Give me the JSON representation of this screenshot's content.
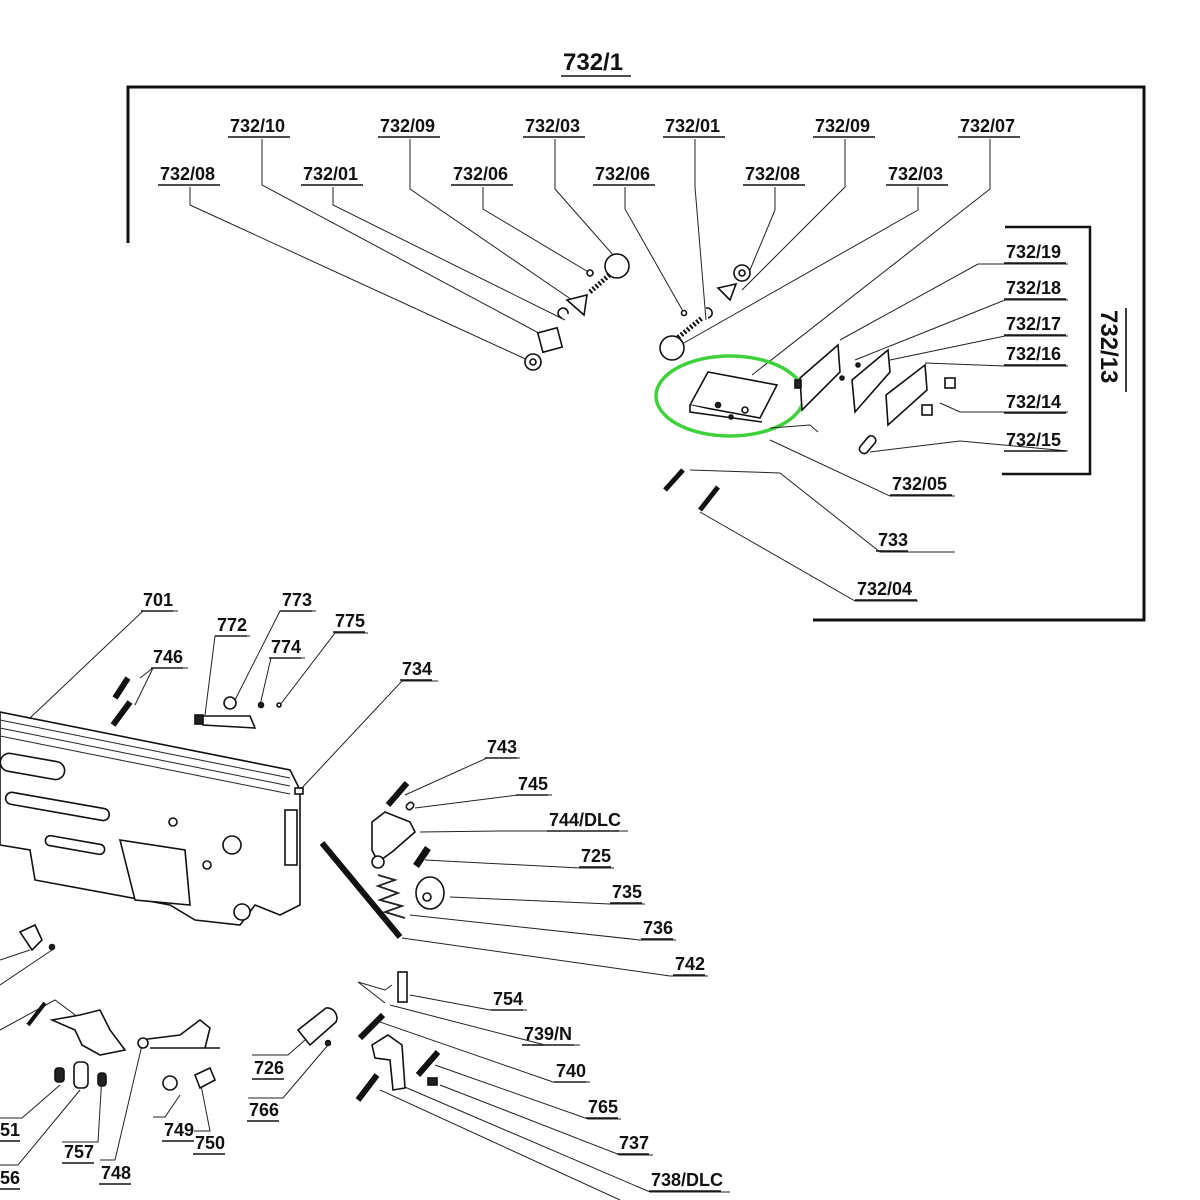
{
  "diagram": {
    "title": "Exploded parts diagram",
    "group_main": {
      "label": "732/1"
    },
    "group_sub": {
      "label": "732/13"
    },
    "highlight": {
      "color": "#3fd13a",
      "target": "732/07"
    },
    "callouts": [
      {
        "id": "c1",
        "text": "732/10"
      },
      {
        "id": "c2",
        "text": "732/09"
      },
      {
        "id": "c3",
        "text": "732/03"
      },
      {
        "id": "c4",
        "text": "732/01"
      },
      {
        "id": "c5",
        "text": "732/09"
      },
      {
        "id": "c6",
        "text": "732/07"
      },
      {
        "id": "c7",
        "text": "732/08"
      },
      {
        "id": "c8",
        "text": "732/01"
      },
      {
        "id": "c9",
        "text": "732/06"
      },
      {
        "id": "c10",
        "text": "732/06"
      },
      {
        "id": "c11",
        "text": "732/08"
      },
      {
        "id": "c12",
        "text": "732/03"
      },
      {
        "id": "c13",
        "text": "732/19"
      },
      {
        "id": "c14",
        "text": "732/18"
      },
      {
        "id": "c15",
        "text": "732/17"
      },
      {
        "id": "c16",
        "text": "732/16"
      },
      {
        "id": "c17",
        "text": "732/14"
      },
      {
        "id": "c18",
        "text": "732/15"
      },
      {
        "id": "c19",
        "text": "732/05"
      },
      {
        "id": "c20",
        "text": "733"
      },
      {
        "id": "c21",
        "text": "732/04"
      },
      {
        "id": "c22",
        "text": "701"
      },
      {
        "id": "c23",
        "text": "773"
      },
      {
        "id": "c24",
        "text": "772"
      },
      {
        "id": "c25",
        "text": "775"
      },
      {
        "id": "c26",
        "text": "774"
      },
      {
        "id": "c27",
        "text": "746"
      },
      {
        "id": "c28",
        "text": "734"
      },
      {
        "id": "c29",
        "text": "743"
      },
      {
        "id": "c30",
        "text": "745"
      },
      {
        "id": "c31",
        "text": "744/DLC"
      },
      {
        "id": "c32",
        "text": "725"
      },
      {
        "id": "c33",
        "text": "735"
      },
      {
        "id": "c34",
        "text": "736"
      },
      {
        "id": "c35",
        "text": "742"
      },
      {
        "id": "c36",
        "text": "754"
      },
      {
        "id": "c37",
        "text": "739/N"
      },
      {
        "id": "c38",
        "text": "740"
      },
      {
        "id": "c39",
        "text": "765"
      },
      {
        "id": "c40",
        "text": "737"
      },
      {
        "id": "c41",
        "text": "738/DLC"
      },
      {
        "id": "c42",
        "text": "726"
      },
      {
        "id": "c43",
        "text": "766"
      },
      {
        "id": "c44",
        "text": "749"
      },
      {
        "id": "c45",
        "text": "750"
      },
      {
        "id": "c46",
        "text": "748"
      },
      {
        "id": "c47",
        "text": "757"
      },
      {
        "id": "c48",
        "text": "51"
      },
      {
        "id": "c49",
        "text": "56"
      }
    ]
  }
}
